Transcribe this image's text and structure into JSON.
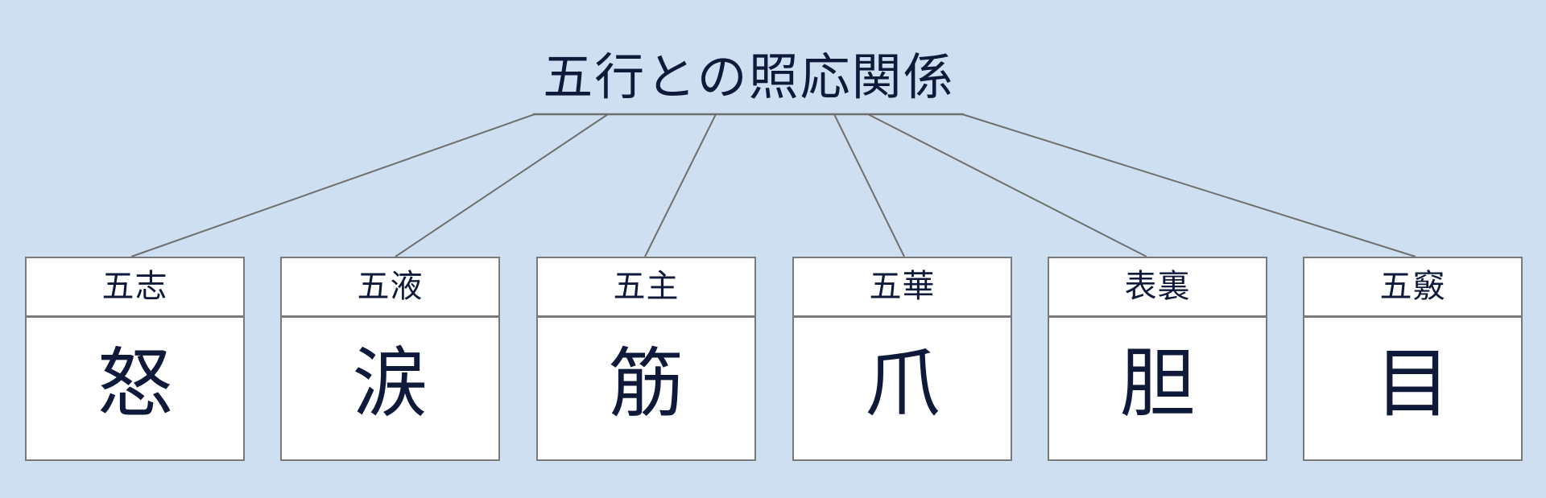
{
  "title": "五行との照応関係",
  "colors": {
    "background": "#cddff0",
    "box_fill": "#ffffff",
    "box_border": "#7a7a7a",
    "connector": "#6f6f6f",
    "text": "#0f1a3a"
  },
  "categories": [
    {
      "label": "五志",
      "value": "怒"
    },
    {
      "label": "五液",
      "value": "涙"
    },
    {
      "label": "五主",
      "value": "筋"
    },
    {
      "label": "五華",
      "value": "爪"
    },
    {
      "label": "表裏",
      "value": "胆"
    },
    {
      "label": "五竅",
      "value": "目"
    }
  ]
}
